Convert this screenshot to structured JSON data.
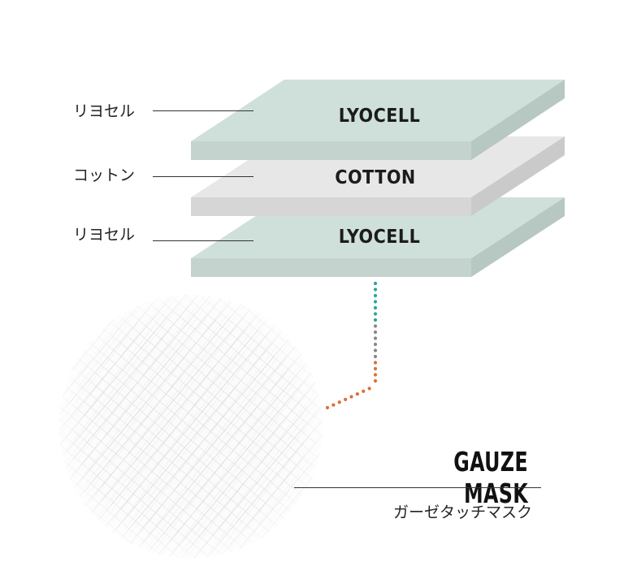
{
  "layers": [
    {
      "name": "LYOCELL",
      "label_jp": "リヨセル",
      "top_color": "#cfe0db",
      "front_color": "#c5d3ce",
      "side_color": "#b7c8c2"
    },
    {
      "name": "COTTON",
      "label_jp": "コットン",
      "top_color": "#e7e7e7",
      "front_color": "#d6d6d6",
      "side_color": "#cacaca"
    },
    {
      "name": "LYOCELL",
      "label_jp": "リヨセル",
      "top_color": "#cfe0db",
      "front_color": "#c5d3ce",
      "side_color": "#b7c8c2"
    }
  ],
  "product": {
    "title": "GAUZE MASK",
    "subtitle": "ガーゼタッチマスク"
  },
  "colors": {
    "connector_teal": "#2aa69a",
    "connector_gray": "#888888",
    "connector_orange": "#d9703a",
    "fabric_base": "#fbfbfb",
    "fabric_thread": "#d2d2d2"
  }
}
